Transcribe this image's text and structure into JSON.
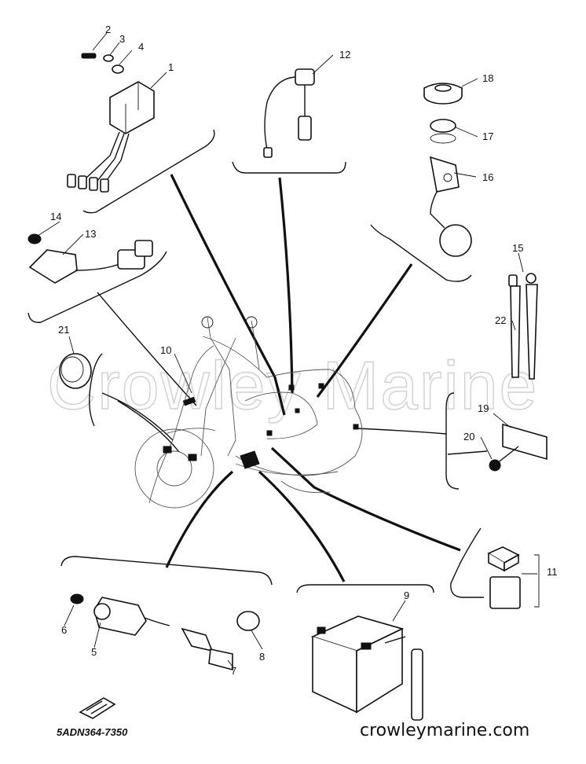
{
  "watermark": "Crowley Marine",
  "footer": {
    "diagram_code": "5ADN364-7350",
    "website": "crowleymarine.com"
  },
  "callouts": [
    {
      "id": "c1",
      "label": "1"
    },
    {
      "id": "c2",
      "label": "2"
    },
    {
      "id": "c3",
      "label": "3"
    },
    {
      "id": "c4",
      "label": "4"
    },
    {
      "id": "c5",
      "label": "5"
    },
    {
      "id": "c6",
      "label": "6"
    },
    {
      "id": "c7",
      "label": "7"
    },
    {
      "id": "c8",
      "label": "8"
    },
    {
      "id": "c9",
      "label": "9"
    },
    {
      "id": "c10",
      "label": "10"
    },
    {
      "id": "c11",
      "label": "11"
    },
    {
      "id": "c12",
      "label": "12"
    },
    {
      "id": "c13",
      "label": "13"
    },
    {
      "id": "c14",
      "label": "14"
    },
    {
      "id": "c15",
      "label": "15"
    },
    {
      "id": "c16",
      "label": "16"
    },
    {
      "id": "c17",
      "label": "17"
    },
    {
      "id": "c18",
      "label": "18"
    },
    {
      "id": "c19",
      "label": "19"
    },
    {
      "id": "c20",
      "label": "20"
    },
    {
      "id": "c21",
      "label": "21"
    },
    {
      "id": "c22",
      "label": "22"
    }
  ]
}
